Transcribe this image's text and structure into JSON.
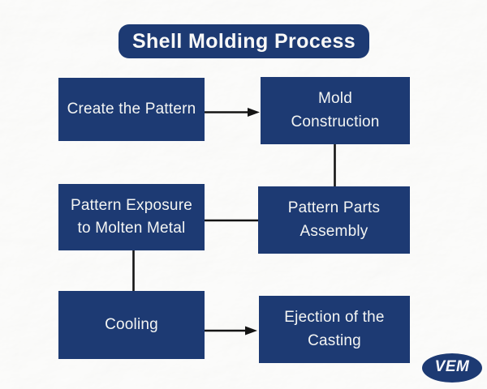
{
  "title": "Shell Molding Process",
  "steps": [
    {
      "id": "create-the-pattern",
      "label": "Create the Pattern"
    },
    {
      "id": "mold-construction",
      "label": "Mold\nConstruction"
    },
    {
      "id": "pattern-exposure-to-molten-metal",
      "label": "Pattern Exposure\nto Molten Metal"
    },
    {
      "id": "pattern-parts-assembly",
      "label": "Pattern Parts\nAssembly"
    },
    {
      "id": "cooling",
      "label": "Cooling"
    },
    {
      "id": "ejection-of-the-casting",
      "label": "Ejection of the\nCasting"
    }
  ],
  "flow": [
    {
      "from": "Create the Pattern",
      "to": "Mold Construction",
      "type": "arrow"
    },
    {
      "from": "Mold Construction",
      "to": "Pattern Parts Assembly",
      "type": "line"
    },
    {
      "from": "Pattern Parts Assembly",
      "to": "Pattern Exposure to Molten Metal",
      "type": "line"
    },
    {
      "from": "Pattern Exposure to Molten Metal",
      "to": "Cooling",
      "type": "line"
    },
    {
      "from": "Cooling",
      "to": "Ejection of the Casting",
      "type": "arrow"
    }
  ],
  "logo": {
    "text": "VEM"
  },
  "colors": {
    "navy": "#1d3a73",
    "text_light": "#f4f5f3",
    "connector": "#141414",
    "background": "#e9e8e5"
  }
}
